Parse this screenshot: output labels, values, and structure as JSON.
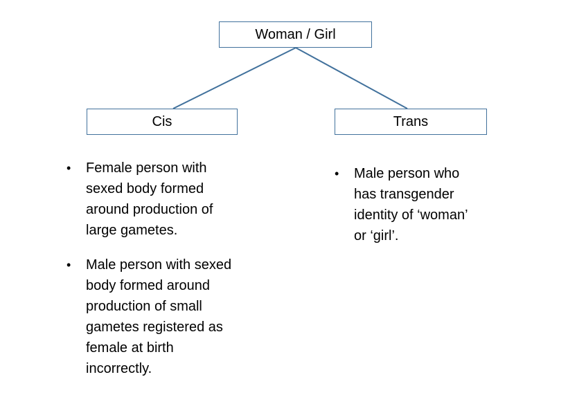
{
  "diagram": {
    "root": {
      "label": "Woman / Girl"
    },
    "columns": [
      {
        "label": "Cis",
        "bullets": [
          "Female person with\nsexed body formed\naround production of\nlarge gametes.",
          "Male person with sexed\nbody formed around\nproduction of small\ngametes registered as\nfemale at birth\nincorrectly."
        ]
      },
      {
        "label": "Trans",
        "bullets": [
          "Male person who\nhas transgender\nidentity of ‘woman’\nor ‘girl’."
        ]
      }
    ],
    "bullet_char": "•",
    "colors": {
      "border": "#41719C",
      "connector": "#41719C",
      "text": "#000000",
      "background": "#FFFFFF"
    }
  }
}
